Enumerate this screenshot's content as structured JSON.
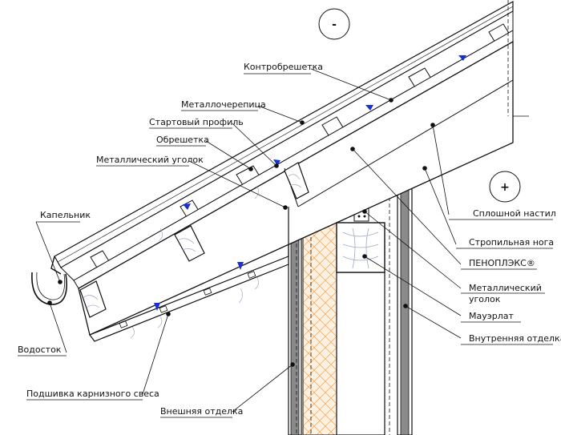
{
  "zones": {
    "outside_symbol": "-",
    "inside_symbol": "+"
  },
  "labels": {
    "kontrobreshetka": "Контробрешетка",
    "metallocherepitsa": "Металлочерепица",
    "startovy_profil": "Стартовый профиль",
    "obreshetka": "Обрешетка",
    "metallicheskiy_ugolok_top": "Металлический уголок",
    "kapelnik": "Капельник",
    "vodostok": "Водосток",
    "podshivka": "Подшивка карнизного свеса",
    "vneshnyaya_otdelka": "Внешняя отделка",
    "sploshnoy_nastil": "Сплошной настил",
    "stropilnaya_noga": "Стропильная нога",
    "penopleks": "ПЕНОПЛЭКС®",
    "metallicheskiy_ugolok_side_1": "Металлический",
    "metallicheskiy_ugolok_side_2": "уголок",
    "mauerlat": "Мауэрлат",
    "vnutrennyaya_otdelka": "Внутренняя отделка"
  },
  "colors": {
    "line": "#111111",
    "insulation": "#f6a04a",
    "insulation_fill": "#fdf1e2",
    "airflow_arrow": "#1a2fd6",
    "wood_grain": "#a0a8c8"
  }
}
